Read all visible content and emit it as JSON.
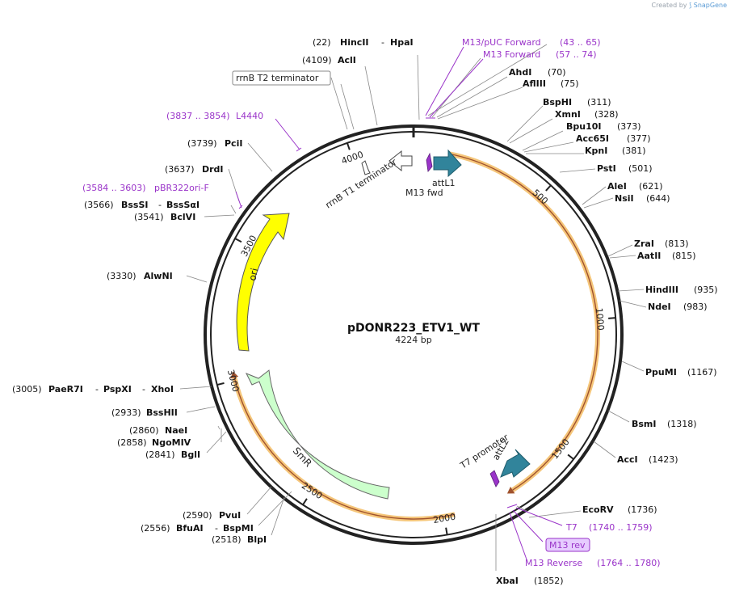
{
  "credit": {
    "prefix": "Created by",
    "brand": "SnapGene"
  },
  "plasmid": {
    "name": "pDONR223_ETV1_WT",
    "length": 4224,
    "size_label": "4224 bp"
  },
  "ticks": [
    {
      "bp": 500,
      "label": "500"
    },
    {
      "bp": 1000,
      "label": "1000"
    },
    {
      "bp": 1500,
      "label": "1500"
    },
    {
      "bp": 2000,
      "label": "2000"
    },
    {
      "bp": 2500,
      "label": "2500"
    },
    {
      "bp": 3000,
      "label": "3000"
    },
    {
      "bp": 3500,
      "label": "3500"
    },
    {
      "bp": 4000,
      "label": "4000"
    }
  ],
  "enzymes": [
    {
      "pos": "(22)",
      "name": "HincII",
      "name2": "HpaI",
      "side": "left"
    },
    {
      "pos": "(4109)",
      "name": "AclI",
      "side": "left"
    },
    {
      "pos": "(70)",
      "name": "AhdI",
      "side": "right"
    },
    {
      "pos": "(75)",
      "name": "AflIII",
      "side": "right"
    },
    {
      "pos": "(311)",
      "name": "BspHI",
      "side": "right"
    },
    {
      "pos": "(328)",
      "name": "XmnI",
      "side": "right"
    },
    {
      "pos": "(373)",
      "name": "Bpu10I",
      "side": "right"
    },
    {
      "pos": "(377)",
      "name": "Acc65I",
      "side": "right"
    },
    {
      "pos": "(381)",
      "name": "KpnI",
      "side": "right"
    },
    {
      "pos": "(501)",
      "name": "PstI",
      "side": "right"
    },
    {
      "pos": "(621)",
      "name": "AleI",
      "side": "right"
    },
    {
      "pos": "(644)",
      "name": "NsiI",
      "side": "right"
    },
    {
      "pos": "(813)",
      "name": "ZraI",
      "side": "right"
    },
    {
      "pos": "(815)",
      "name": "AatII",
      "side": "right"
    },
    {
      "pos": "(935)",
      "name": "HindIII",
      "side": "right"
    },
    {
      "pos": "(983)",
      "name": "NdeI",
      "side": "right"
    },
    {
      "pos": "(1167)",
      "name": "PpuMI",
      "side": "right"
    },
    {
      "pos": "(1318)",
      "name": "BsmI",
      "side": "right"
    },
    {
      "pos": "(1423)",
      "name": "AccI",
      "side": "right"
    },
    {
      "pos": "(1736)",
      "name": "EcoRV",
      "side": "right"
    },
    {
      "pos": "(1852)",
      "name": "XbaI",
      "side": "left"
    },
    {
      "pos": "(2518)",
      "name": "BlpI",
      "side": "left"
    },
    {
      "pos": "(2556)",
      "name": "BfuAI",
      "name2": "BspMI",
      "side": "left"
    },
    {
      "pos": "(2590)",
      "name": "PvuI",
      "side": "left"
    },
    {
      "pos": "(2841)",
      "name": "BglI",
      "side": "left"
    },
    {
      "pos": "(2858)",
      "name": "NgoMIV",
      "side": "left"
    },
    {
      "pos": "(2860)",
      "name": "NaeI",
      "side": "left"
    },
    {
      "pos": "(2933)",
      "name": "BssHII",
      "side": "left"
    },
    {
      "pos": "(3005)",
      "name": "PaeR7I",
      "name2": "PspXI",
      "name3": "XhoI",
      "side": "left"
    },
    {
      "pos": "(3330)",
      "name": "AlwNI",
      "side": "left"
    },
    {
      "pos": "(3541)",
      "name": "BclVI",
      "side": "left"
    },
    {
      "pos": "(3566)",
      "name": "BssSI",
      "name2": "BssSαI",
      "side": "left"
    },
    {
      "pos": "(3637)",
      "name": "DrdI",
      "side": "left"
    },
    {
      "pos": "(3739)",
      "name": "PciI",
      "side": "left"
    }
  ],
  "primers": [
    {
      "name": "M13/pUC Forward",
      "range": "(43 .. 65)"
    },
    {
      "name": "M13 Forward",
      "range": "(57 .. 74)"
    },
    {
      "name": "L4440",
      "range": "(3837 .. 3854)"
    },
    {
      "name": "pBR322ori-F",
      "range": "(3584 .. 3603)"
    },
    {
      "name": "T7",
      "range": "(1740 .. 1759)"
    },
    {
      "name": "M13 rev",
      "range": ""
    },
    {
      "name": "M13 Reverse",
      "range": "(1764 .. 1780)"
    }
  ],
  "features": [
    {
      "name": "rrnB T2 terminator"
    },
    {
      "name": "rrnB T1 terminator"
    },
    {
      "name": "attL1"
    },
    {
      "name": "M13 fwd"
    },
    {
      "name": "ori"
    },
    {
      "name": "SmR"
    },
    {
      "name": "T7 promoter"
    },
    {
      "name": "attL2"
    }
  ],
  "colors": {
    "backbone": "#222222",
    "ori": "#ffff00",
    "smr": "#ccffcc",
    "att": "#31849b",
    "insert_highlight": "#f5c67a",
    "insert_line": "#a0522d",
    "primer": "#9a34c9",
    "feature_label_box": "#ffffff",
    "m13rev_box": "#e6ccff"
  }
}
